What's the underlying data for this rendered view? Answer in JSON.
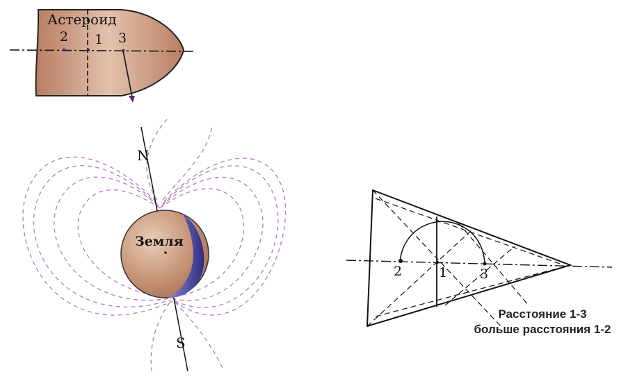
{
  "asteroid": {
    "label": "Астероид",
    "points": [
      "2",
      "1",
      "3"
    ],
    "fill_color": "#c8957a"
  },
  "earth": {
    "label": "Земля",
    "north": "N",
    "south": "S",
    "day_color": "#c08a6c",
    "night_color": "#3b3a8f",
    "field_line_color": "#b07bbd"
  },
  "triangle": {
    "points": [
      "2",
      "1",
      "3"
    ],
    "caption_line1": "Расстояние 1-3",
    "caption_line2": "больше расстояния 1-2"
  }
}
